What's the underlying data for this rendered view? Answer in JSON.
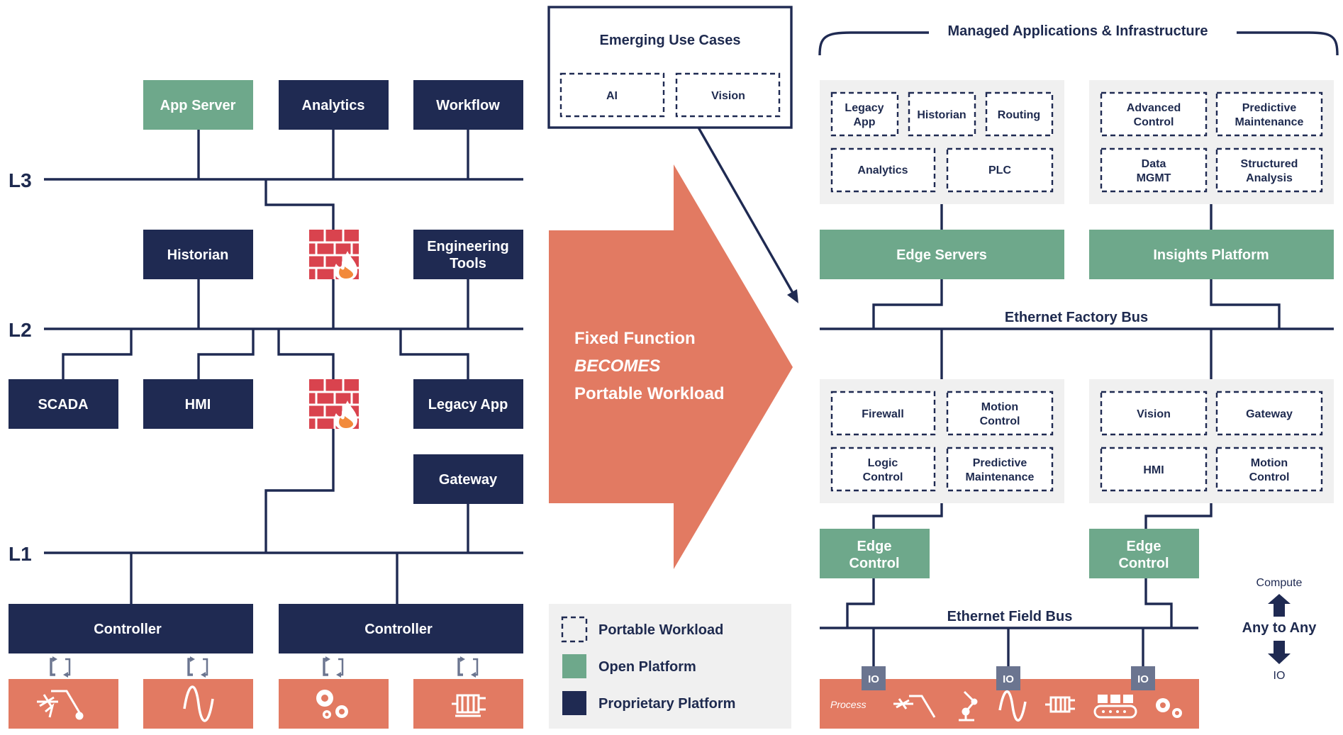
{
  "left": {
    "levels": [
      "L3",
      "L2",
      "L1"
    ],
    "nodes": {
      "app_server": "App Server",
      "analytics": "Analytics",
      "workflow": "Workflow",
      "historian": "Historian",
      "engineering_tools_1": "Engineering",
      "engineering_tools_2": "Tools",
      "scada": "SCADA",
      "hmi": "HMI",
      "legacy_app": "Legacy App",
      "gateway": "Gateway",
      "controller_1": "Controller",
      "controller_2": "Controller"
    }
  },
  "emerging": {
    "title": "Emerging Use Cases",
    "items": [
      "AI",
      "Vision"
    ]
  },
  "arrow": {
    "line1": "Fixed Function",
    "line2": "BECOMES",
    "line3": "Portable Workload"
  },
  "legend": {
    "portable": "Portable Workload",
    "open": "Open Platform",
    "proprietary": "Proprietary Platform"
  },
  "right": {
    "header": "Managed Applications & Infrastructure",
    "panel_tl": [
      [
        "Legacy",
        "App"
      ],
      [
        "Historian"
      ],
      [
        "Routing"
      ],
      [
        "Analytics"
      ],
      [
        "PLC"
      ]
    ],
    "panel_tr": [
      [
        "Advanced",
        "Control"
      ],
      [
        "Predictive",
        "Maintenance"
      ],
      [
        "Data",
        "MGMT"
      ],
      [
        "Structured",
        "Analysis"
      ]
    ],
    "edge_servers": "Edge Servers",
    "insights_platform": "Insights Platform",
    "factory_bus": "Ethernet Factory Bus",
    "panel_bl": [
      [
        "Firewall"
      ],
      [
        "Motion",
        "Control"
      ],
      [
        "Logic",
        "Control"
      ],
      [
        "Predictive",
        "Maintenance"
      ]
    ],
    "panel_br": [
      [
        "Vision"
      ],
      [
        "Gateway"
      ],
      [
        "HMI"
      ],
      [
        "Motion",
        "Control"
      ]
    ],
    "edge_control_1": [
      "Edge",
      "Control"
    ],
    "edge_control_2": [
      "Edge",
      "Control"
    ],
    "field_bus": "Ethernet Field Bus",
    "io": "IO",
    "process": "Process",
    "compute": "Compute",
    "any_to_any": "Any to Any",
    "io_bottom": "IO"
  },
  "colors": {
    "navy": "#1f2a52",
    "green": "#6ea88b",
    "coral": "#e27a62",
    "firewall_red": "#d9434e",
    "io_gray": "#6b7590"
  },
  "icons": [
    "welder-icon",
    "sine-wave-icon",
    "gears-icon",
    "motor-icon",
    "robot-arm-icon",
    "conveyor-icon",
    "firewall-icon",
    "cycle-arrows-icon",
    "arrow-up-icon",
    "arrow-down-icon"
  ]
}
